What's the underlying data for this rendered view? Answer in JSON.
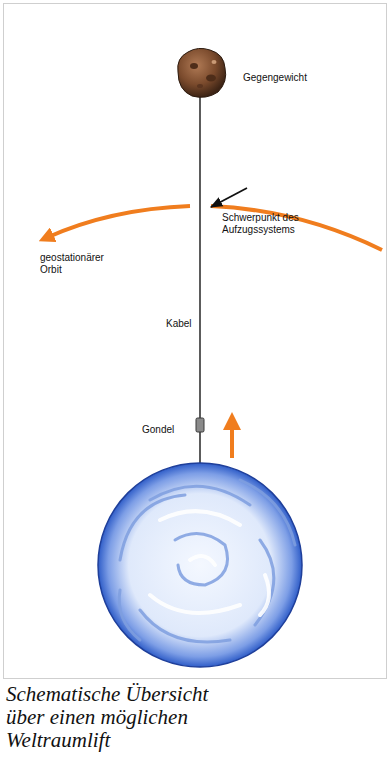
{
  "diagram": {
    "caption": "Schematische Übersicht über einen möglichen Weltraumlift",
    "labels": [
      "Gegengewicht",
      "geostationärer Orbit",
      "Schwerpunkt des Aufzugssystems",
      "Kabel",
      "Gondel"
    ]
  }
}
